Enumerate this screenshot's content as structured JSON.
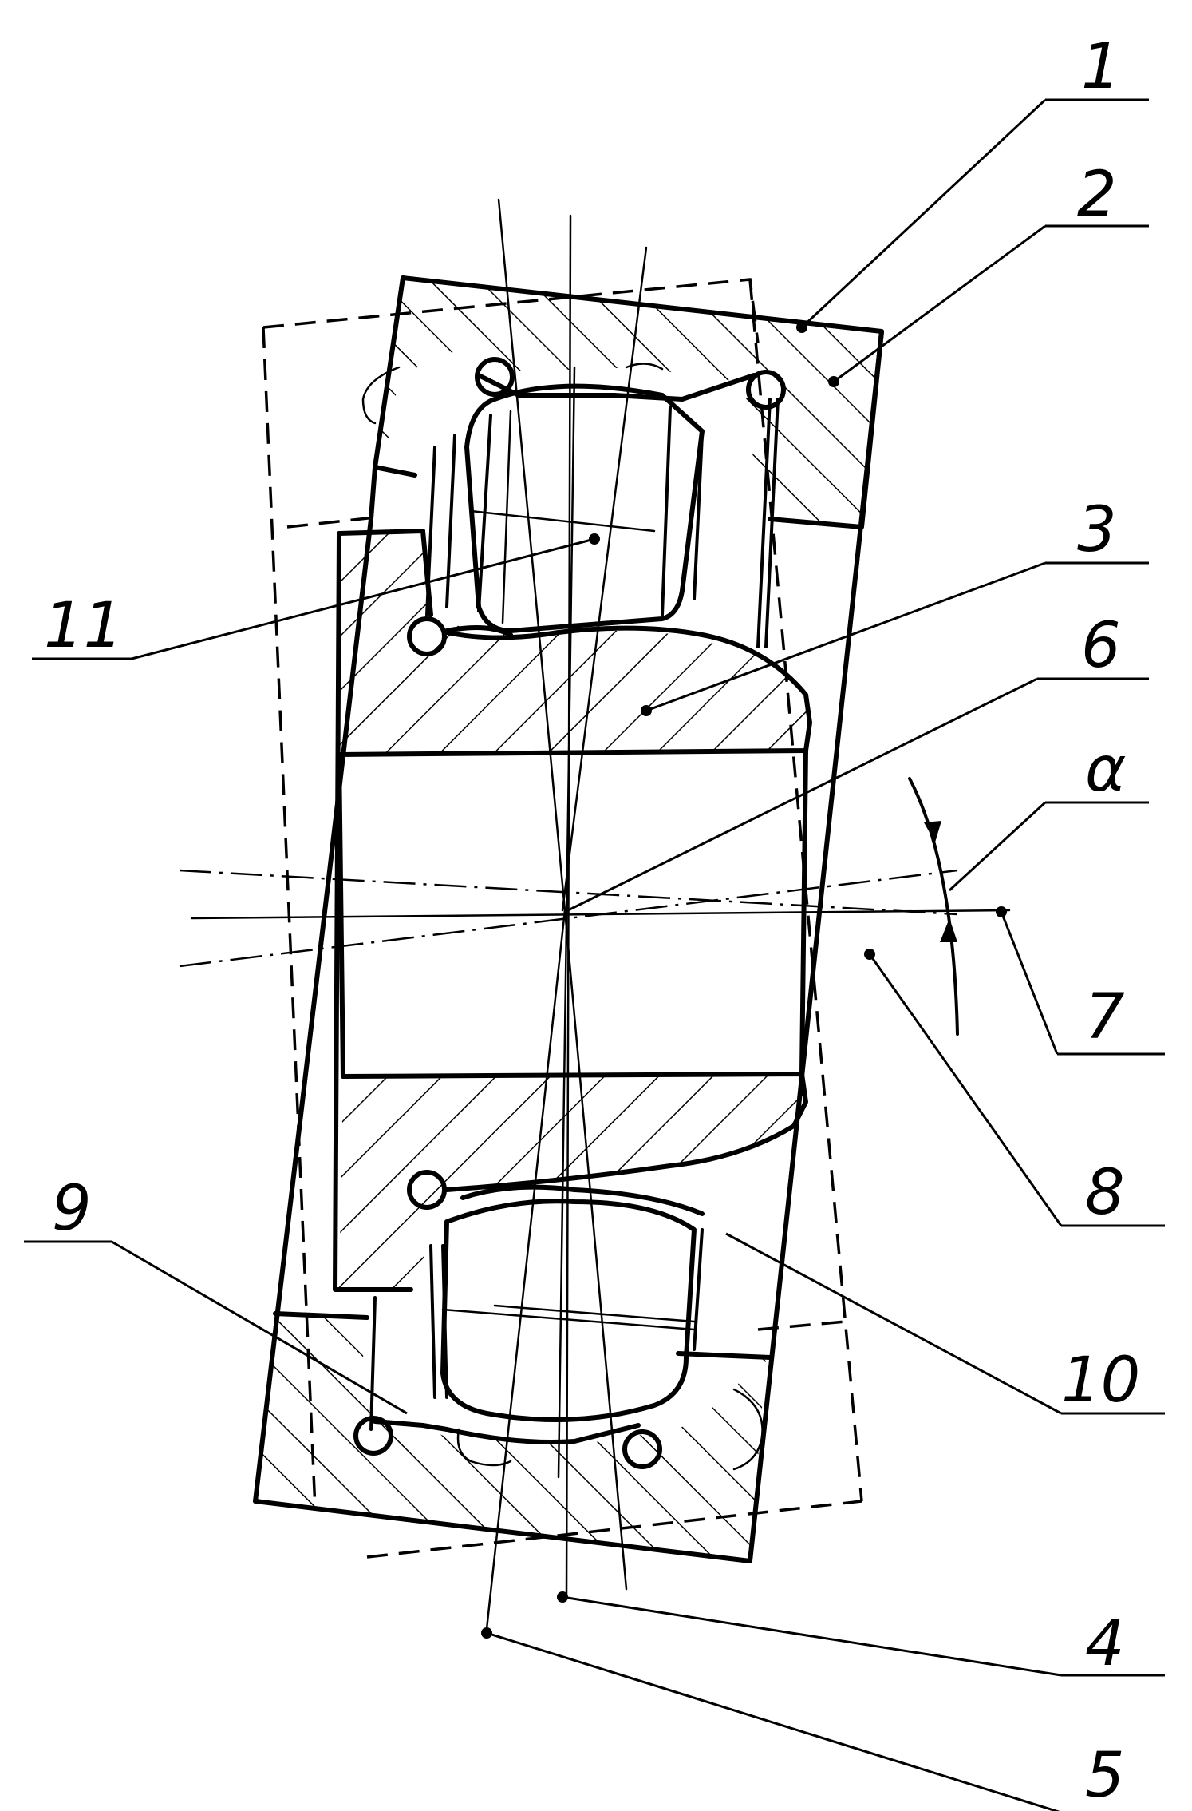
{
  "labels": {
    "l1": "1",
    "l2": "2",
    "l3": "3",
    "l4": "4",
    "l5": "5",
    "l6": "6",
    "l7": "7",
    "l8": "8",
    "l9": "9",
    "l10": "10",
    "l11": "11",
    "alpha": "α"
  }
}
